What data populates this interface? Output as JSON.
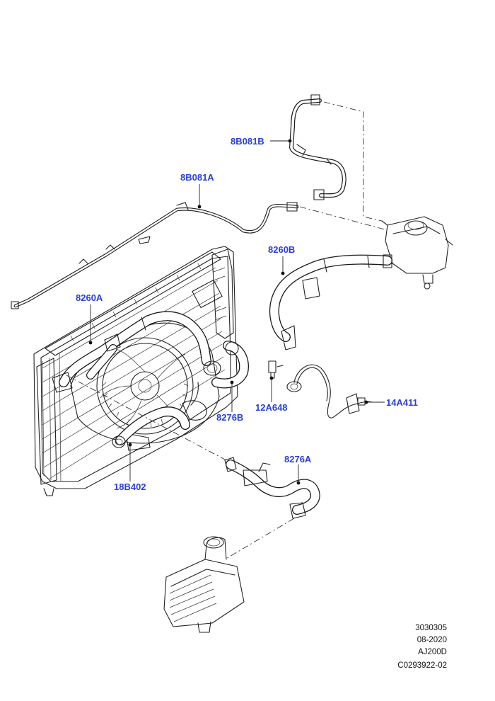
{
  "parts": {
    "p_8B081B": "8B081B",
    "p_8B081A": "8B081A",
    "p_8260B": "8260B",
    "p_8260A": "8260A",
    "p_8276B": "8276B",
    "p_12A648": "12A648",
    "p_14A411": "14A411",
    "p_18B402": "18B402",
    "p_8276A": "8276A"
  },
  "reference_block": {
    "line1": "3030305",
    "line2": "08-2020",
    "line3": "AJ200D",
    "line4": "C0293922-02"
  },
  "colors": {
    "callout": "#2a3fd6",
    "linework": "#222222"
  }
}
